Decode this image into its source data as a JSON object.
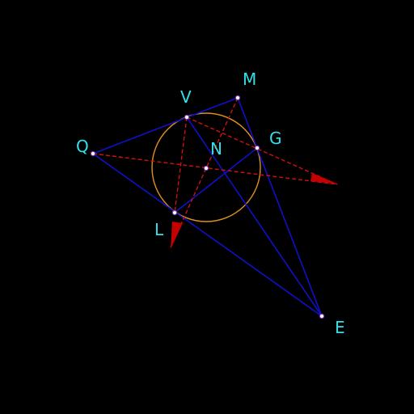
{
  "diagram": {
    "colors": {
      "background": "#000000",
      "edges": "#1010c8",
      "dashed_rays": "#d01010",
      "circle": "#e0901e",
      "labels": "#33e0e8",
      "arrowheads": "#c40000"
    },
    "points": {
      "M": {
        "label": "M"
      },
      "V": {
        "label": "V"
      },
      "G": {
        "label": "G"
      },
      "Q": {
        "label": "Q"
      },
      "N": {
        "label": "N"
      },
      "L": {
        "label": "L"
      },
      "E": {
        "label": "E"
      }
    }
  }
}
